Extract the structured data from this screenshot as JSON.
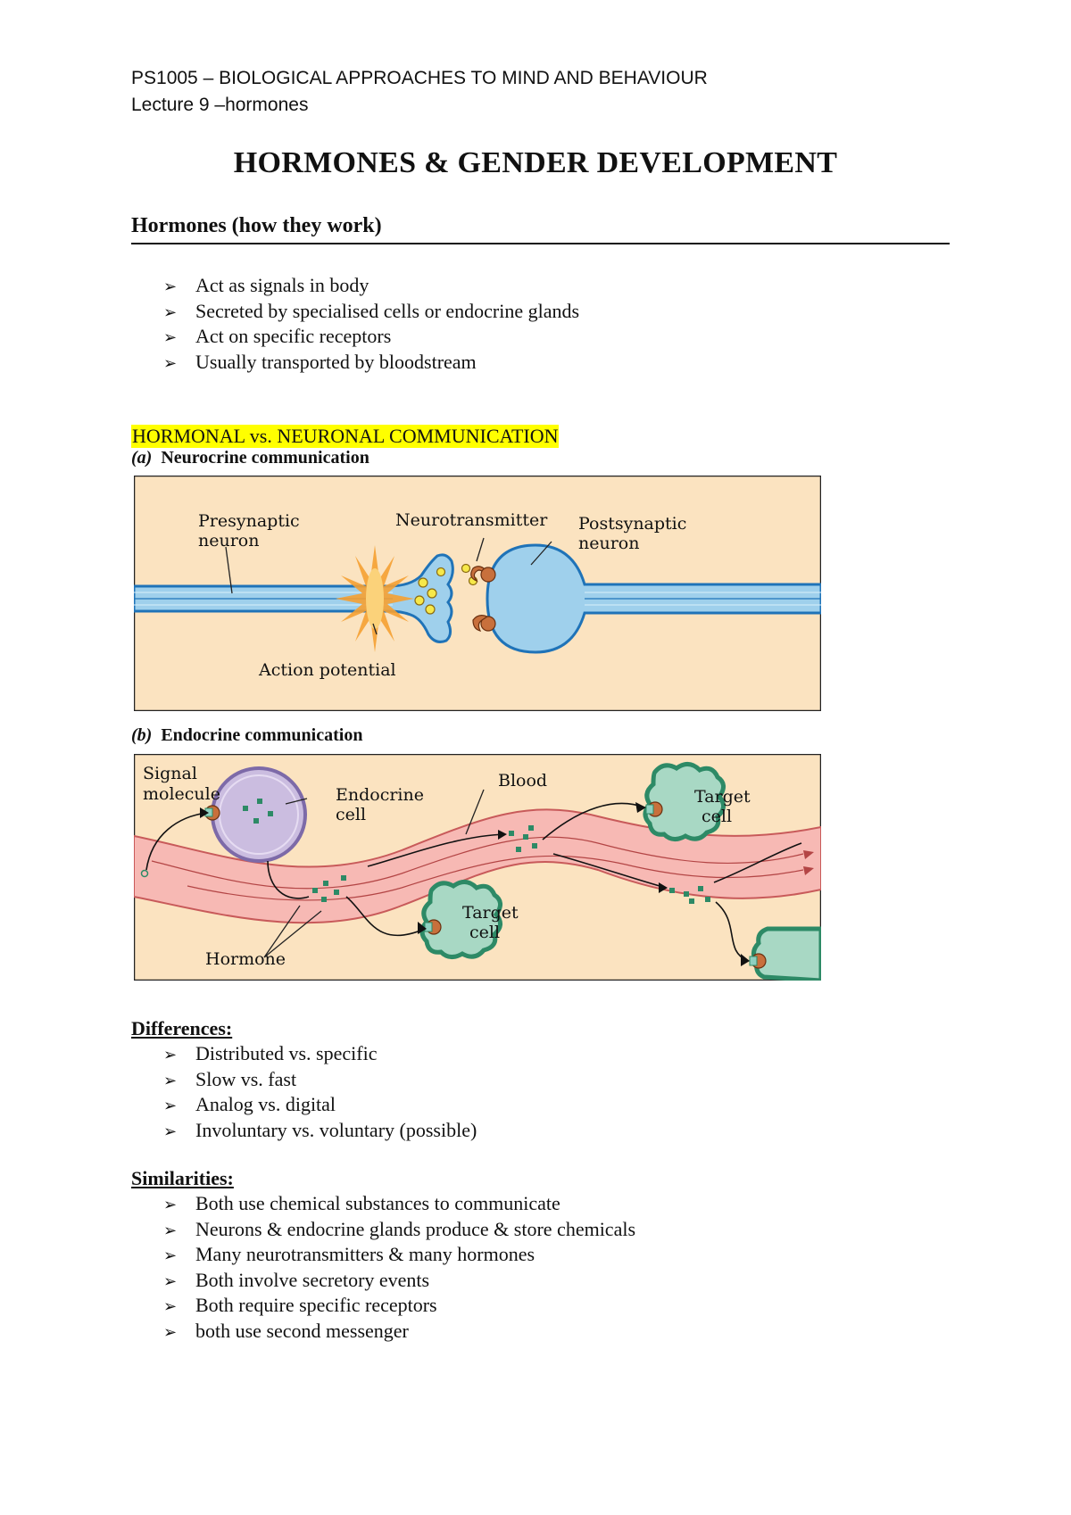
{
  "header": {
    "course": "PS1005 – BIOLOGICAL APPROACHES TO MIND AND BEHAVIOUR",
    "lecture": "Lecture 9 –hormones"
  },
  "title": "HORMONES & GENDER DEVELOPMENT",
  "section_hormones": {
    "heading": "Hormones (how they work)",
    "bullets": [
      "Act as signals in body",
      "Secreted by specialised cells or endocrine glands",
      "Act on specific receptors",
      "Usually transported by bloodstream"
    ]
  },
  "highlight_heading": "HORMONAL vs. NEURONAL COMMUNICATION",
  "figure_a": {
    "caption_letter": "(a)",
    "caption": "Neurocrine communication",
    "labels": {
      "presynaptic_1": "Presynaptic",
      "presynaptic_2": "neuron",
      "neurotransmitter": "Neurotransmitter",
      "postsynaptic_1": "Postsynaptic",
      "postsynaptic_2": "neuron",
      "action_potential": "Action potential"
    },
    "colors": {
      "background": "#fbe3c0",
      "neuron": "#9fd0ec",
      "neuron_edge": "#1f73b8",
      "vesicle": "#f6e84a",
      "receptor": "#c8703c",
      "spark": "#f5a032"
    }
  },
  "figure_b": {
    "caption_letter": "(b)",
    "caption": "Endocrine communication",
    "labels": {
      "signal_1": "Signal",
      "signal_2": "molecule",
      "endocrine_1": "Endocrine",
      "endocrine_2": "cell",
      "blood": "Blood",
      "target_top_1": "Target",
      "target_top_2": "cell",
      "target_mid_1": "Target",
      "target_mid_2": "cell",
      "hormone": "Hormone"
    },
    "colors": {
      "background": "#fbe3c0",
      "blood": "#f7b9b4",
      "endocrine_cell": "#cbbde0",
      "target_cell": "#a8d8c4",
      "target_edge": "#2d8a66",
      "hormone": "#2d8a66"
    }
  },
  "differences": {
    "heading": "Differences:",
    "bullets": [
      "Distributed vs. specific",
      "Slow vs. fast",
      "Analog vs. digital",
      "Involuntary vs. voluntary (possible)"
    ]
  },
  "similarities": {
    "heading": "Similarities:",
    "bullets": [
      "Both use chemical substances to communicate",
      "Neurons & endocrine glands produce & store chemicals",
      "Many neurotransmitters & many hormones",
      "Both involve secretory events",
      "Both require specific receptors",
      "both use second messenger"
    ]
  },
  "bullet_glyph": "➢"
}
